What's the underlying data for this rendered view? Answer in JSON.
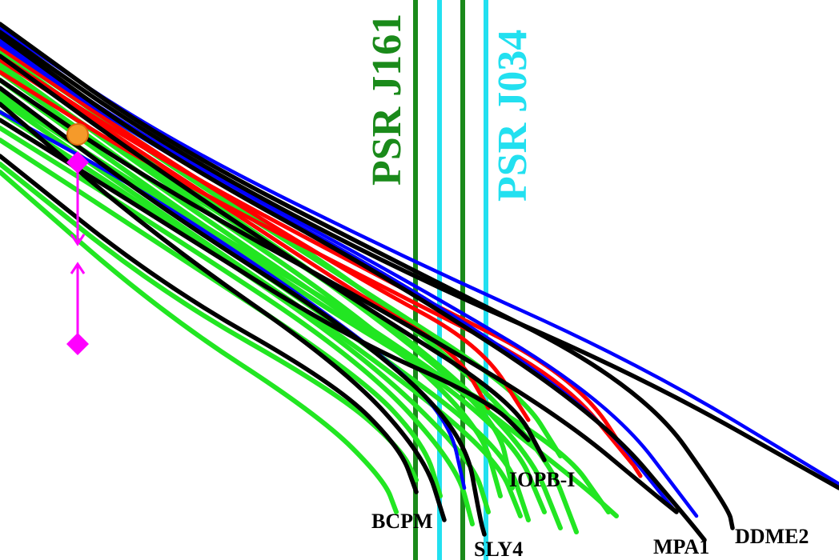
{
  "chart_data": {
    "type": "line",
    "title": "",
    "xlabel": "",
    "ylabel": "",
    "grid": false,
    "colors": {
      "black": "#000000",
      "green": "#22e622",
      "red": "#ff0000",
      "blue": "#0000ff",
      "psr_green": "#1a8a1a",
      "psr_cyan": "#22e0f0",
      "constraint": "#ff00ff",
      "marker": "#f59a2a"
    },
    "pulsars": [
      {
        "label": "PSR J161",
        "color": "#1a8a1a",
        "band": [
          519,
          578
        ]
      },
      {
        "label": "PSR J034",
        "color": "#22e0f0",
        "band": [
          549,
          607
        ]
      }
    ],
    "eos_labels": [
      {
        "name": "BCPM",
        "key": "bcpm"
      },
      {
        "name": "SLY4",
        "key": "sly4"
      },
      {
        "name": "IOPB-I",
        "key": "iopb"
      },
      {
        "name": "MPA1",
        "key": "mpa1"
      },
      {
        "name": "DDME2",
        "key": "ddme2"
      }
    ],
    "constraints": [
      {
        "name": "upper-bound",
        "x": 97,
        "y": 203,
        "arrow_to": 305
      },
      {
        "name": "lower-bound",
        "x": 97,
        "y": 430,
        "arrow_to": 330
      }
    ],
    "marker": {
      "x": 97,
      "y": 168
    },
    "series": [
      {
        "key": "ddme2",
        "color": "black",
        "points": [
          [
            0,
            30
          ],
          [
            200,
            175
          ],
          [
            500,
            330
          ],
          [
            800,
            480
          ],
          [
            910,
            635
          ],
          [
            915,
            660
          ]
        ]
      },
      {
        "key": "mpa1",
        "color": "black",
        "points": [
          [
            0,
            45
          ],
          [
            200,
            190
          ],
          [
            500,
            355
          ],
          [
            750,
            520
          ],
          [
            860,
            650
          ],
          [
            880,
            675
          ]
        ]
      },
      {
        "key": "iopb",
        "color": "black",
        "points": [
          [
            0,
            70
          ],
          [
            200,
            215
          ],
          [
            450,
            380
          ],
          [
            640,
            500
          ],
          [
            680,
            575
          ]
        ]
      },
      {
        "key": "sly4",
        "color": "black",
        "points": [
          [
            0,
            110
          ],
          [
            200,
            260
          ],
          [
            450,
            420
          ],
          [
            580,
            540
          ],
          [
            600,
            650
          ],
          [
            605,
            668
          ]
        ]
      },
      {
        "key": "bcpm",
        "color": "black",
        "points": [
          [
            0,
            130
          ],
          [
            200,
            300
          ],
          [
            430,
            460
          ],
          [
            530,
            570
          ],
          [
            555,
            650
          ]
        ]
      },
      {
        "key": "b1",
        "color": "black",
        "points": [
          [
            0,
            195
          ],
          [
            200,
            355
          ],
          [
            420,
            480
          ],
          [
            500,
            560
          ],
          [
            520,
            615
          ]
        ]
      },
      {
        "key": "b2",
        "color": "black",
        "points": [
          [
            0,
            100
          ],
          [
            200,
            235
          ],
          [
            500,
            400
          ],
          [
            700,
            520
          ],
          [
            820,
            620
          ],
          [
            845,
            640
          ]
        ]
      },
      {
        "key": "b3",
        "color": "black",
        "points": [
          [
            0,
            40
          ],
          [
            200,
            180
          ],
          [
            500,
            340
          ],
          [
            800,
            470
          ],
          [
            1048,
            610
          ]
        ]
      },
      {
        "key": "b4",
        "color": "black",
        "points": [
          [
            0,
            150
          ],
          [
            200,
            275
          ],
          [
            430,
            420
          ],
          [
            610,
            500
          ],
          [
            660,
            550
          ]
        ]
      },
      {
        "key": "g1",
        "color": "green",
        "points": [
          [
            0,
            55
          ],
          [
            200,
            200
          ],
          [
            450,
            360
          ],
          [
            650,
            490
          ],
          [
            700,
            570
          ]
        ]
      },
      {
        "key": "g2",
        "color": "green",
        "points": [
          [
            0,
            65
          ],
          [
            200,
            210
          ],
          [
            450,
            380
          ],
          [
            620,
            520
          ],
          [
            640,
            610
          ]
        ]
      },
      {
        "key": "g3",
        "color": "green",
        "points": [
          [
            0,
            80
          ],
          [
            200,
            225
          ],
          [
            450,
            395
          ],
          [
            600,
            530
          ],
          [
            625,
            620
          ]
        ]
      },
      {
        "key": "g4",
        "color": "green",
        "points": [
          [
            0,
            90
          ],
          [
            200,
            235
          ],
          [
            450,
            405
          ],
          [
            640,
            545
          ],
          [
            680,
            640
          ]
        ]
      },
      {
        "key": "g5",
        "color": "green",
        "points": [
          [
            0,
            100
          ],
          [
            200,
            245
          ],
          [
            450,
            415
          ],
          [
            700,
            555
          ],
          [
            760,
            640
          ]
        ]
      },
      {
        "key": "g6",
        "color": "green",
        "points": [
          [
            0,
            115
          ],
          [
            200,
            255
          ],
          [
            450,
            425
          ],
          [
            630,
            560
          ],
          [
            660,
            650
          ]
        ]
      },
      {
        "key": "g7",
        "color": "green",
        "points": [
          [
            0,
            125
          ],
          [
            200,
            265
          ],
          [
            450,
            435
          ],
          [
            620,
            570
          ],
          [
            650,
            645
          ]
        ]
      },
      {
        "key": "g8",
        "color": "green",
        "points": [
          [
            0,
            140
          ],
          [
            200,
            270
          ],
          [
            450,
            440
          ],
          [
            590,
            575
          ],
          [
            610,
            640
          ]
        ]
      },
      {
        "key": "g9",
        "color": "green",
        "points": [
          [
            0,
            160
          ],
          [
            200,
            285
          ],
          [
            450,
            450
          ],
          [
            570,
            580
          ],
          [
            590,
            655
          ]
        ]
      },
      {
        "key": "g10",
        "color": "green",
        "points": [
          [
            0,
            175
          ],
          [
            200,
            305
          ],
          [
            450,
            470
          ],
          [
            530,
            555
          ],
          [
            550,
            620
          ]
        ]
      },
      {
        "key": "g11",
        "color": "green",
        "points": [
          [
            0,
            205
          ],
          [
            200,
            365
          ],
          [
            420,
            490
          ],
          [
            500,
            560
          ],
          [
            520,
            600
          ]
        ]
      },
      {
        "key": "g12",
        "color": "green",
        "points": [
          [
            0,
            215
          ],
          [
            200,
            390
          ],
          [
            400,
            520
          ],
          [
            480,
            600
          ],
          [
            495,
            640
          ]
        ]
      },
      {
        "key": "g13",
        "color": "green",
        "points": [
          [
            0,
            60
          ],
          [
            200,
            195
          ],
          [
            500,
            390
          ],
          [
            680,
            560
          ],
          [
            720,
            665
          ]
        ]
      },
      {
        "key": "g14",
        "color": "green",
        "points": [
          [
            0,
            85
          ],
          [
            200,
            220
          ],
          [
            500,
            410
          ],
          [
            660,
            560
          ],
          [
            700,
            660
          ]
        ]
      },
      {
        "key": "g15",
        "color": "green",
        "points": [
          [
            0,
            120
          ],
          [
            200,
            250
          ],
          [
            500,
            430
          ],
          [
            720,
            600
          ],
          [
            770,
            645
          ]
        ]
      },
      {
        "key": "r1",
        "color": "red",
        "points": [
          [
            0,
            60
          ],
          [
            200,
            195
          ],
          [
            450,
            350
          ],
          [
            600,
            430
          ],
          [
            660,
            525
          ]
        ]
      },
      {
        "key": "r2",
        "color": "red",
        "points": [
          [
            0,
            75
          ],
          [
            200,
            205
          ],
          [
            450,
            370
          ],
          [
            570,
            440
          ],
          [
            610,
            510
          ]
        ]
      },
      {
        "key": "r3",
        "color": "red",
        "points": [
          [
            0,
            90
          ],
          [
            200,
            215
          ],
          [
            500,
            370
          ],
          [
            700,
            470
          ],
          [
            790,
            580
          ]
        ]
      },
      {
        "key": "r4",
        "color": "red",
        "points": [
          [
            0,
            70
          ],
          [
            200,
            200
          ],
          [
            500,
            360
          ],
          [
            720,
            470
          ],
          [
            800,
            595
          ]
        ]
      },
      {
        "key": "bl1",
        "color": "blue",
        "points": [
          [
            0,
            35
          ],
          [
            200,
            170
          ],
          [
            500,
            320
          ],
          [
            800,
            455
          ],
          [
            1048,
            605
          ]
        ]
      },
      {
        "key": "bl2",
        "color": "blue",
        "points": [
          [
            0,
            50
          ],
          [
            200,
            185
          ],
          [
            500,
            345
          ],
          [
            760,
            500
          ],
          [
            870,
            645
          ]
        ]
      },
      {
        "key": "bl3",
        "color": "blue",
        "points": [
          [
            0,
            55
          ],
          [
            200,
            190
          ],
          [
            500,
            350
          ],
          [
            740,
            510
          ],
          [
            840,
            635
          ]
        ]
      },
      {
        "key": "bl4",
        "color": "blue",
        "points": [
          [
            0,
            140
          ],
          [
            200,
            250
          ],
          [
            450,
            420
          ],
          [
            560,
            520
          ],
          [
            580,
            610
          ]
        ]
      }
    ]
  }
}
